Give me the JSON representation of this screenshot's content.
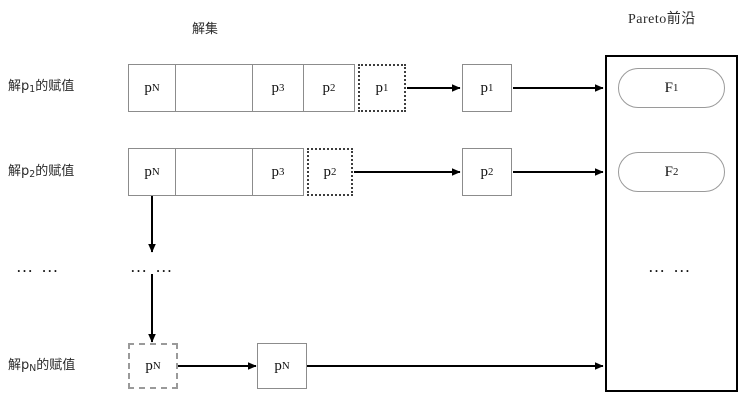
{
  "diagram": {
    "titles": {
      "solution_set": "解集",
      "pareto_front": "Pareto前沿"
    },
    "row_labels": [
      {
        "prefix": "解p",
        "sub": "1",
        "suffix": "的赋值"
      },
      {
        "prefix": "解p",
        "sub": "2",
        "suffix": "的赋值"
      },
      {
        "prefix": "解p",
        "sub": "N",
        "suffix": "的赋值"
      }
    ],
    "ellipsis": "… …",
    "row1": {
      "cells": [
        {
          "base": "p",
          "sub": "N"
        },
        {
          "base": "",
          "sub": ""
        },
        {
          "base": "p",
          "sub": "3"
        },
        {
          "base": "p",
          "sub": "2"
        }
      ],
      "highlight": {
        "base": "p",
        "sub": "1",
        "style": "dotted"
      },
      "mid_box": {
        "base": "p",
        "sub": "1"
      },
      "front_item": {
        "base": "F",
        "sub": "1"
      }
    },
    "row2": {
      "cells": [
        {
          "base": "p",
          "sub": "N"
        },
        {
          "base": "",
          "sub": ""
        },
        {
          "base": "p",
          "sub": "3"
        }
      ],
      "highlight": {
        "base": "p",
        "sub": "2",
        "style": "dotted"
      },
      "mid_box": {
        "base": "p",
        "sub": "2"
      },
      "front_item": {
        "base": "F",
        "sub": "2"
      }
    },
    "row3": {
      "highlight": {
        "base": "p",
        "sub": "N",
        "style": "dash-dot"
      },
      "mid_box": {
        "base": "p",
        "sub": "N"
      },
      "front_item": {
        "base": "…",
        "sub": ""
      }
    },
    "front_ellipsis": "… …",
    "colors": {
      "stroke_dark": "#000000",
      "stroke_grey": "#8c8c8c",
      "stroke_light_grey": "#9a9a9a",
      "text": "#1a1a1a",
      "background": "#ffffff"
    }
  }
}
